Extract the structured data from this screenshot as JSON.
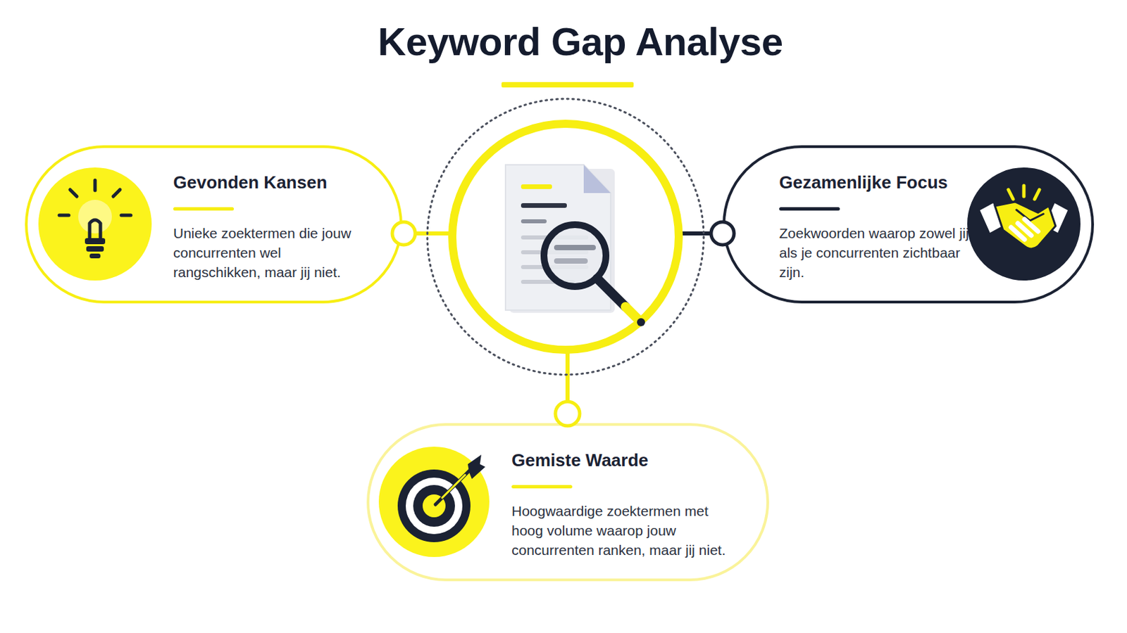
{
  "diagram": {
    "title": "Keyword Gap Analyse",
    "nodes": [
      {
        "text": [
          "Gevonden Kansen",
          "Unieke zoektermen die jouw concurrenten wel rangschikken, maar jij niet."
        ]
      },
      {
        "text": [
          "Gezamenlijke Focus",
          "Zoekwoorden waarop zowel jij als je concurrenten zichtbaar zijn."
        ]
      },
      {
        "text": [
          "Gemiste Waarde",
          "Hoogwaardige zoektermen met hoog volume waarop jouw concurrenten ranken, maar jij niet."
        ]
      }
    ]
  }
}
